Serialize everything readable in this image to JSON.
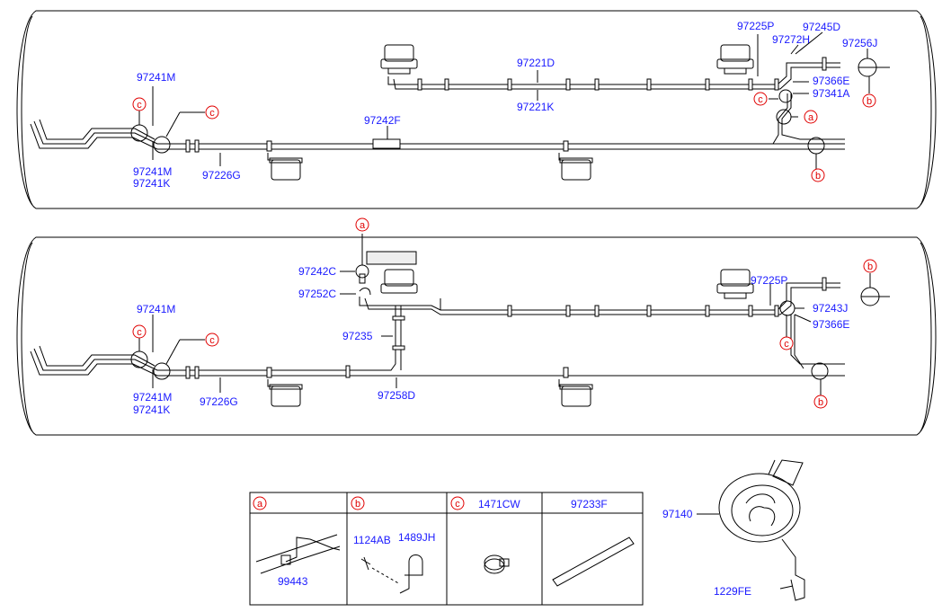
{
  "top_panel": {
    "labels": {
      "p97241M_a": "97241M",
      "p97241M_b": "97241M",
      "p97241K": "97241K",
      "p97226G": "97226G",
      "p97242F": "97242F",
      "p97221D": "97221D",
      "p97221K": "97221K",
      "p97225P": "97225P",
      "p97272H": "97272H",
      "p97245D": "97245D",
      "p97256J": "97256J",
      "p97366E": "97366E",
      "p97341A": "97341A"
    },
    "refs": {
      "c1": "c",
      "c2": "c",
      "c3": "c",
      "a1": "a",
      "b1": "b",
      "b2": "b"
    }
  },
  "bottom_panel": {
    "labels": {
      "p97242C": "97242C",
      "p97252C": "97252C",
      "p97235": "97235",
      "p97258D": "97258D",
      "p97241M_a": "97241M",
      "p97241M_b": "97241M",
      "p97241K": "97241K",
      "p97226G": "97226G",
      "p97225P": "97225P",
      "p97243J": "97243J",
      "p97366E": "97366E"
    },
    "refs": {
      "a1": "a",
      "b1": "b",
      "b2": "b",
      "c1": "c",
      "c2": "c",
      "c3": "c"
    }
  },
  "legend_table": {
    "headers": {
      "a": "a",
      "b": "b",
      "c": "c",
      "c_part": "1471CW",
      "d_part": "97233F"
    },
    "cells": {
      "a_part": "99443",
      "b_part1": "1124AB",
      "b_part2": "1489JH"
    }
  },
  "fan": {
    "part": "97140",
    "screw": "1229FE"
  }
}
